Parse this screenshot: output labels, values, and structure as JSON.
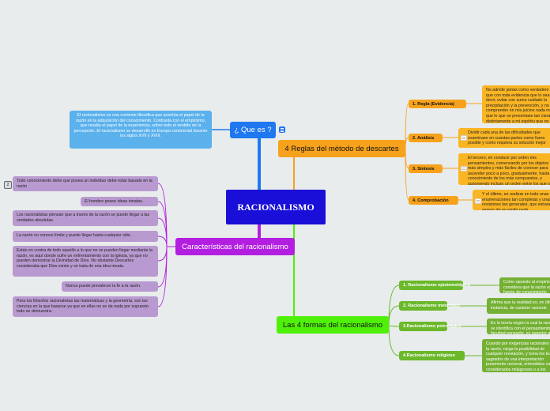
{
  "central": "RACIONALISMO",
  "que_es": {
    "title": "¿ Que es ?",
    "description": "El racionalismo es una corriente filosófica que acentúa el papel de la razón en la adquisición del conocimiento. Contrasta con el empirismo, que resalta el papel de la experiencia, sobre todo el sentido de la percepción. El racionalismo se desarrolló en Europa continental durante los siglos XVII y XVIII."
  },
  "reglas": {
    "title": "4 Reglas del método de descartes",
    "items": [
      {
        "label": "1. Regla (Evidencia)",
        "text": "No admitir jamás como verdadero lo que con toda evidencia que lo sea: es decir, evitar con sumo cuidado la precipitación y la prevención, y no comprender en mis juicios nada más que lo que se presentase tan clara y distintamente a mi espíritu que no hubiese ocasión alguna para ponerlo en duda"
      },
      {
        "label": "2. Análisis",
        "text": "Dividir cada una de las dificultades que examinase en cuantas partes como fuera posible y como requiera su solución mejor"
      },
      {
        "label": "3. Síntesis",
        "text": "El tercero, en conducir por orden mis pensamientos, comenzando por los objetos más simples y más fáciles de conocer para ascender poco a poco, gradualmente, hasta el conocimiento de los más compuestos, y suponiendo incluso un orden entre los que se preceden naturalmente."
      },
      {
        "label": "4. Comprobación",
        "text": "Y el último, en realizar en todo unas enumeraciones tan completas y unas revisiones tan generales, que estuviese seguro de no omitir nada"
      }
    ]
  },
  "caracteristicas": {
    "title": "Características del racionalismo",
    "badge": "2",
    "items": [
      "Todo conocimiento debe que posea un individuo debe estar basado en la razón",
      "El hombre posee ideas innatas.",
      "Los racionalistas piensan que a través de la razón se puede llegar a las verdades absolutas.",
      "La razón no conoce límite y puede llegar hasta cualquier sitio.",
      "Están en contra de todo aquello a lo que no se pueden llegar mediante la razón, es aquí donde sufre un enfrentamiento con la Iglesia, ya que no pueden demostrar la Divinidad de Dios. No obstante Descartes consideraba que Dios existe y se trata de una idea innata.",
      "Nunca puede prevalecer la fe a la razón.",
      "Para los filósofos racionalistas las matemáticas y la geometría, son las ciencias en la que basarse ya que en ellas no se da nada por supuesto todo se demuestra."
    ]
  },
  "formas": {
    "title": "Las 4 formas del racionalismo",
    "items": [
      {
        "label": "1. Racionalismo epistemológico",
        "text": "Como opuesto al empirismo, considera que la razón es la fuente de conocimiento verdadero."
      },
      {
        "label": "2. Racionalismo metafísico",
        "text": "Afirma que la realidad es, en última instancia, de carácter racional."
      },
      {
        "label": "3.Racionalismo psicológico",
        "text": "Es la teoría según la cual la razón se identifica con el pensamiento; la facultad pensante, es superior a la emoción y a la voluntad."
      },
      {
        "label": "4.Racionalismo religioso",
        "text": "Cuando por exigencias racionales de la razón, niega la posibilidad de cualquier revelación, y toma los textos sagrados de una interpretación puramente racional, entendidos como considerados milagrosos o a los acontecimientos sobrenaturales."
      }
    ]
  },
  "colors": {
    "central": "#1a0fd8",
    "que_es": "#1f78f0",
    "reglas": "#f7a21c",
    "caracteristicas": "#b31fe0",
    "formas": "#4ff00a",
    "background": "#e8ecec"
  },
  "icons": [
    "list-icon",
    "note-icon",
    "count-badge"
  ]
}
